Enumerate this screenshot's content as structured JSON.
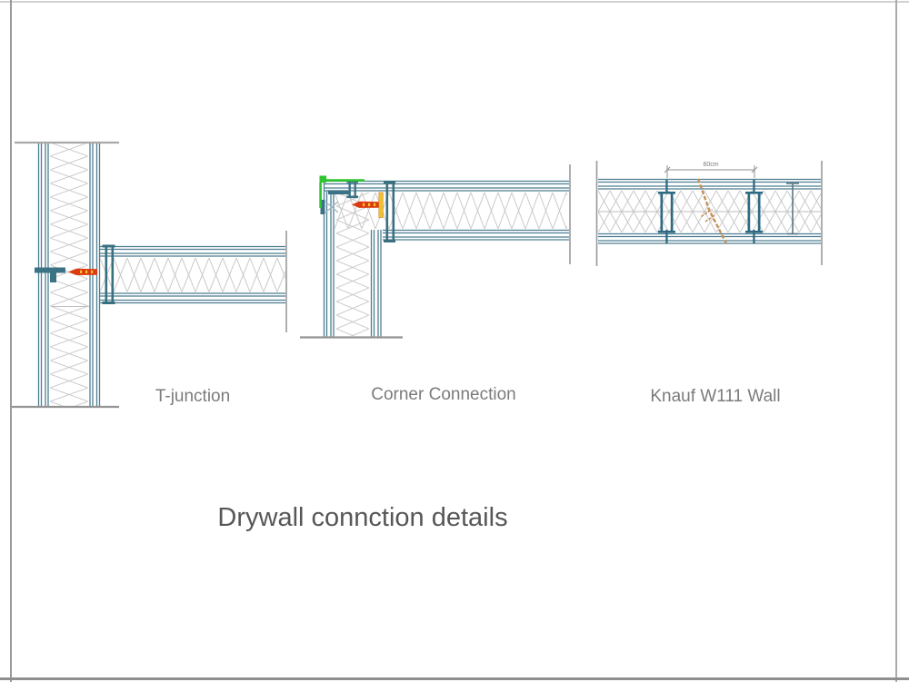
{
  "page": {
    "title": "Drywall connction details"
  },
  "details": [
    {
      "id": "t-junction",
      "label": "T-junction"
    },
    {
      "id": "corner-connection",
      "label": "Corner Connection"
    },
    {
      "id": "knauf-w111-wall",
      "label": "Knauf W111 Wall"
    }
  ],
  "knauf": {
    "dimension_label": "60cm"
  },
  "icons": {
    "anchor_fastener": "red-anchor-fastener",
    "corner_marker": "green-corner-marker",
    "screw": "tan-diagonal-screw"
  },
  "colors": {
    "board_teal": "#4d7e91",
    "stud_teal": "#39707f",
    "insulation_gray": "#c9c9c9",
    "frame_gray": "#999999",
    "label_gray": "#7b7b7b",
    "title_gray": "#575757",
    "fastener_red": "#dc3b10",
    "fastener_yellow": "#f3c42d",
    "marker_green": "#2ec52e",
    "screw_tan": "#c68f55"
  }
}
